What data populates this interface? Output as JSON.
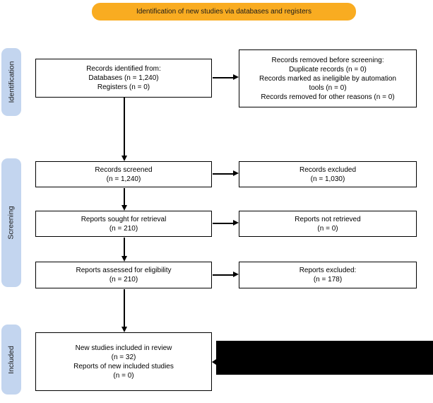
{
  "colors": {
    "banner_bg": "#F9AC21",
    "side_label_bg": "#C3D5EF",
    "box_border": "#000000",
    "redaction": "#000000"
  },
  "banner": {
    "label": "Identification of new studies via databases and registers"
  },
  "side_labels": {
    "identification": "Identification",
    "screening": "Screening",
    "included": "Included"
  },
  "boxes": {
    "records_identified": {
      "lines": [
        "Records identified from:",
        "Databases (n = 1,240)",
        "Registers (n = 0)"
      ]
    },
    "records_removed": {
      "lines": [
        "Records removed before screening:",
        "Duplicate records (n = 0)",
        "Records marked as ineligible by automation",
        "tools (n = 0)",
        "Records removed for other reasons (n = 0)"
      ]
    },
    "records_screened": {
      "lines": [
        "Records screened",
        "(n = 1,240)"
      ]
    },
    "records_excluded": {
      "lines": [
        "Records excluded",
        "(n = 1,030)"
      ]
    },
    "reports_sought": {
      "lines": [
        "Reports sought for retrieval",
        "(n = 210)"
      ]
    },
    "reports_not_retrieved": {
      "lines": [
        "Reports not retrieved",
        "(n = 0)"
      ]
    },
    "reports_assessed": {
      "lines": [
        "Reports assessed for eligibility",
        "(n = 210)"
      ]
    },
    "reports_excluded": {
      "lines": [
        "Reports excluded:",
        "(n = 178)"
      ]
    },
    "new_studies_included": {
      "lines": [
        "New studies included in review",
        "(n = 32)",
        "Reports of new included studies",
        "(n = 0)"
      ]
    }
  }
}
